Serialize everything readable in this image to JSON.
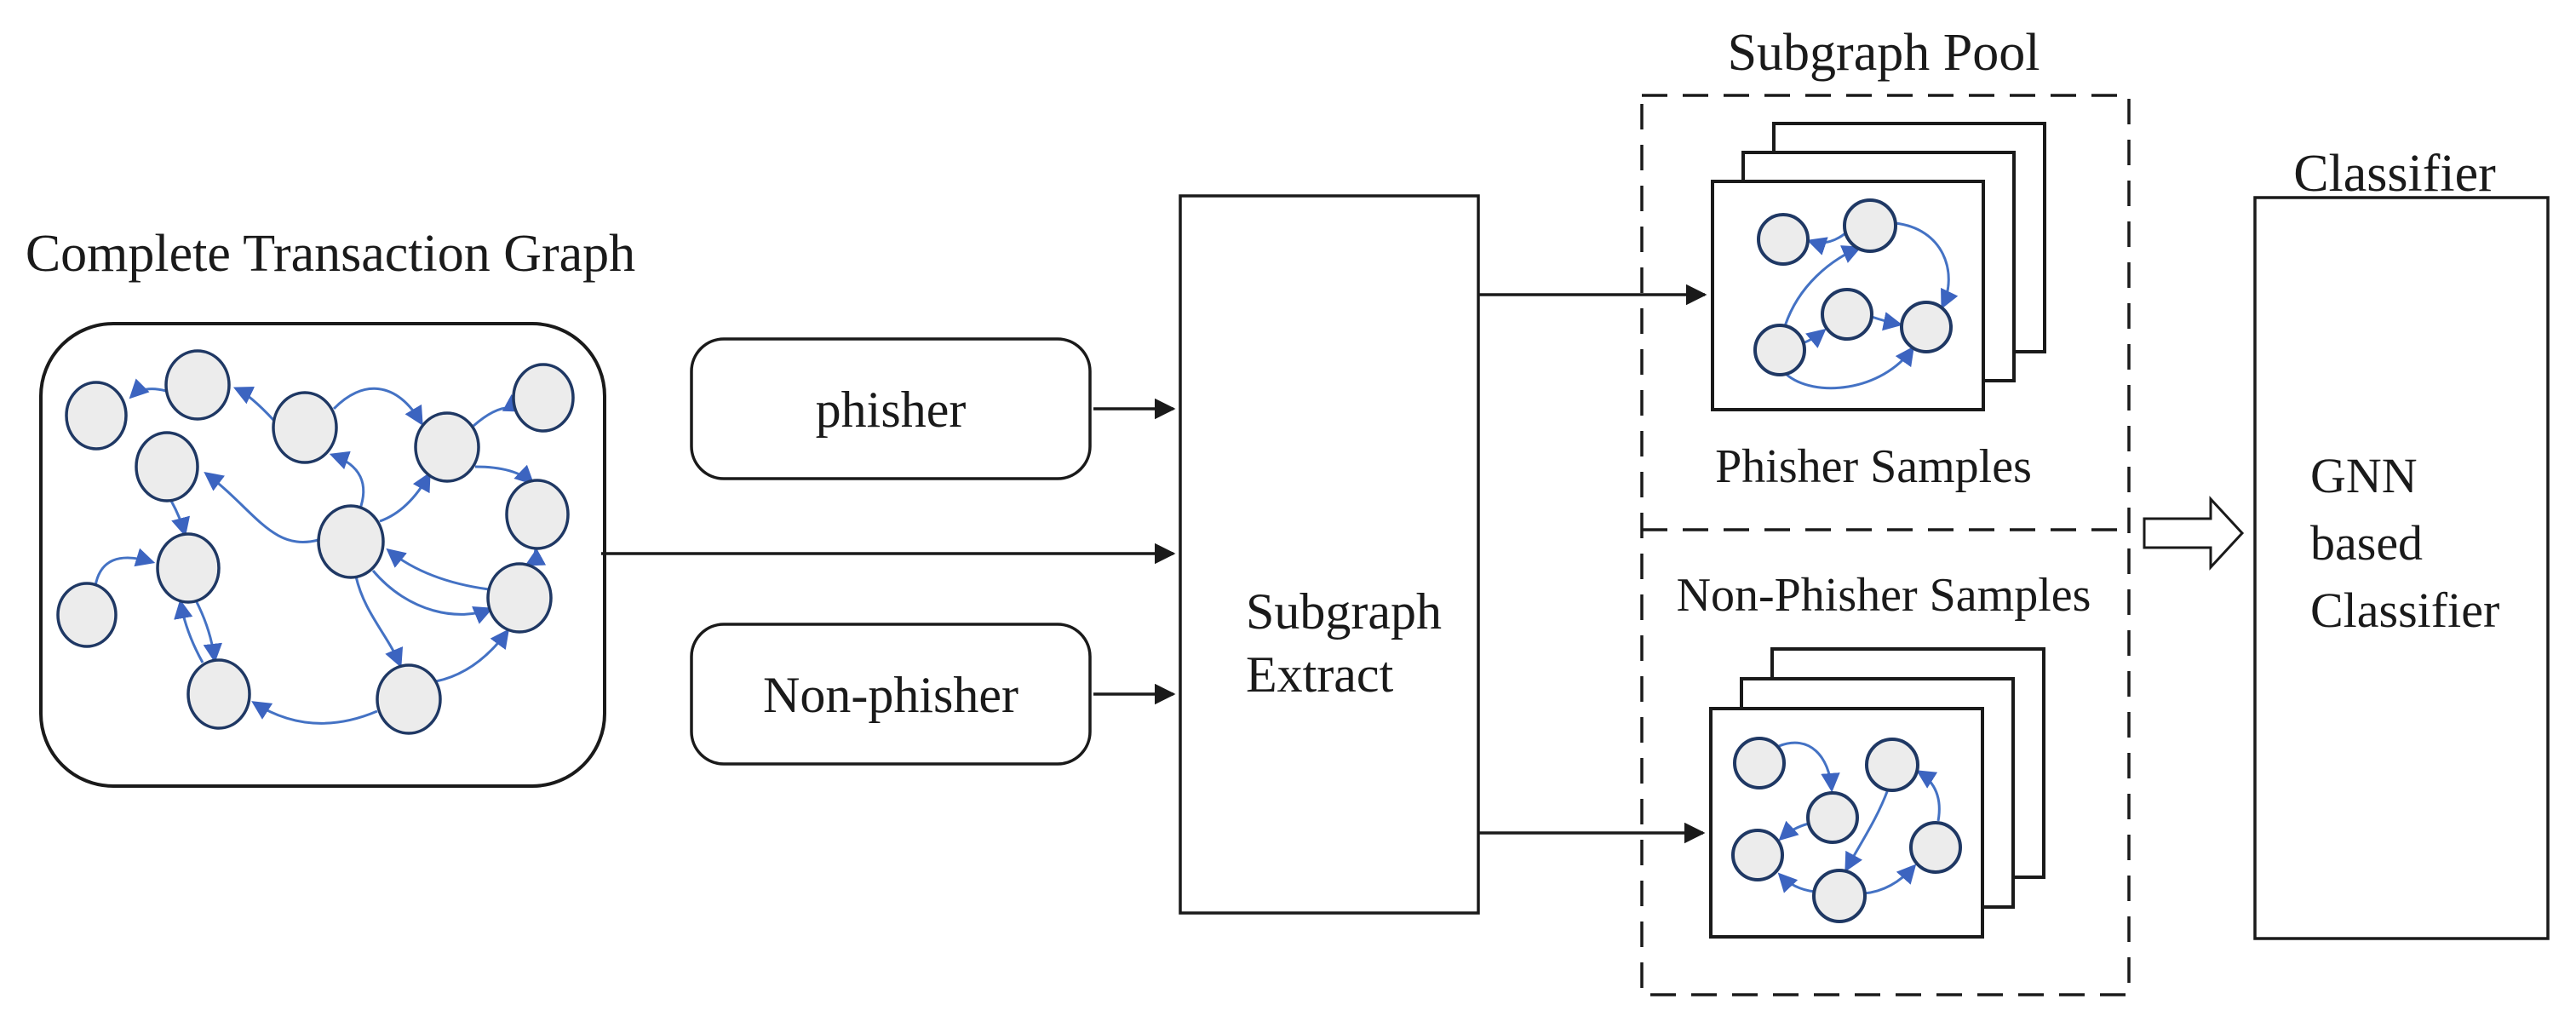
{
  "diagram": {
    "background": "#ffffff",
    "colors": {
      "line_black": "#1a1a1a",
      "edge_blue": "#4472c4",
      "arrowhead_blue": "#3c64c0",
      "node_fill": "#ececec",
      "node_stroke": "#1f3864"
    },
    "transaction_graph": {
      "title": "Complete Transaction Graph"
    },
    "seeds": {
      "phisher": "phisher",
      "non_phisher": "Non-phisher"
    },
    "extract": {
      "line1": "Subgraph",
      "line2": "Extract"
    },
    "pool": {
      "title": "Subgraph Pool",
      "phisher_samples": "Phisher Samples",
      "non_phisher_samples": "Non-Phisher Samples"
    },
    "classifier": {
      "heading": "Classifier",
      "line1": "GNN",
      "line2": "based",
      "line3": "Classifier"
    }
  }
}
